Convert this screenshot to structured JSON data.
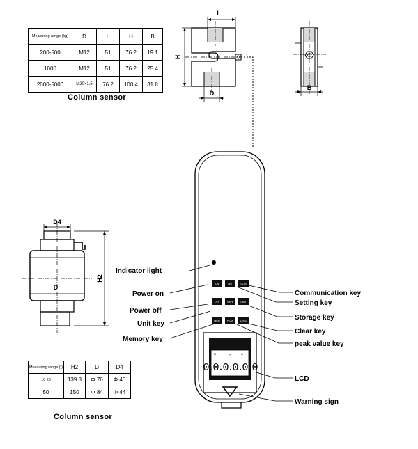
{
  "top_table": {
    "headers": [
      "Measuring range (kg)",
      "D",
      "L",
      "H",
      "B"
    ],
    "rows": [
      [
        "200-500",
        "M12",
        "51",
        "76.2",
        "19.1"
      ],
      [
        "1000",
        "M12",
        "51",
        "76.2",
        "25.4"
      ],
      [
        "2000-5000",
        "M20×1.5",
        "76.2",
        "100.4",
        "31.8"
      ]
    ]
  },
  "top_caption": "Column sensor",
  "bottom_table": {
    "headers": [
      "Measuring range (t)",
      "H2",
      "D",
      "D4"
    ],
    "rows": [
      [
        "10 20",
        "139.8",
        "Φ 76",
        "Φ 40"
      ],
      [
        "50",
        "150",
        "Φ 84",
        "Φ 44"
      ]
    ]
  },
  "bottom_caption": "Column sensor",
  "dims": {
    "L": "L",
    "H": "H",
    "D": "D",
    "B": "B",
    "D4": "D4",
    "H2": "H2",
    "D_col": "D"
  },
  "callouts": {
    "indicator_light": "Indicator light",
    "power_on": "Power on",
    "power_off": "Power off",
    "unit_key": "Unit key",
    "memory_key": "Memory key",
    "communication_key": "Communication key",
    "setting_key": "Setting key",
    "storage_key": "Storage key",
    "clear_key": "Clear key",
    "peak_value_key": "peak value key",
    "lcd": "LCD",
    "warning_sign": "Warning sign"
  },
  "keys": {
    "row1": [
      "ON",
      "SET",
      "COM"
    ],
    "row2": [
      "OFF",
      "SAVE",
      "UNIT"
    ],
    "row3": [
      "MEM",
      "PEAK",
      "ZERO"
    ]
  },
  "lcd": {
    "digits": "0.0.0.0.0.0",
    "top_legends": [
      "N",
      "kg",
      "lb"
    ]
  }
}
